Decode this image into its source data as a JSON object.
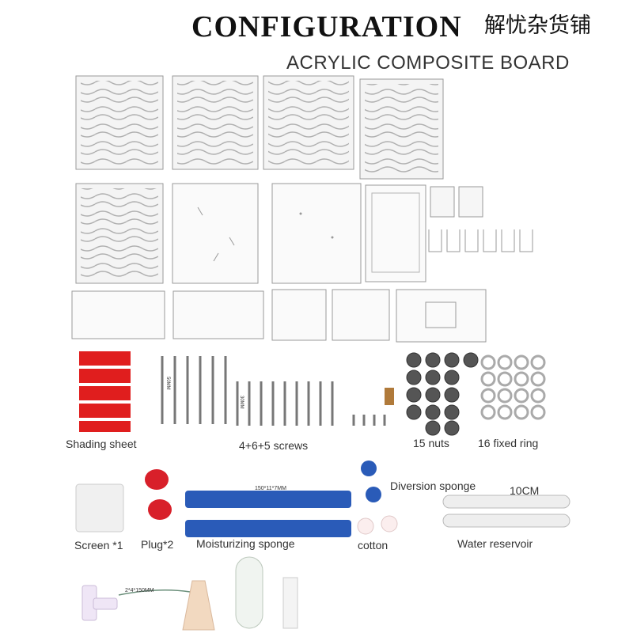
{
  "header": {
    "title": "CONFIGURATION",
    "store_name": "解忧杂货铺",
    "subtitle": "ACRYLIC COMPOSITE BOARD"
  },
  "labels": {
    "shading_sheet": "Shading sheet",
    "screws": "4+6+5 screws",
    "nuts": "15 nuts",
    "fixed_ring": "16 fixed ring",
    "screen": "Screen *1",
    "plug": "Plug*2",
    "moisturizing_sponge": "Moisturizing sponge",
    "cotton": "cotton",
    "water_reservoir": "Water reservoir",
    "diversion_sponge": "Diversion sponge",
    "length_10cm": "10CM",
    "screw_long": "50MM",
    "screw_mid": "30MM",
    "sponge_size": "150*11*7MM",
    "tube_size": "2*4*150MM"
  },
  "colors": {
    "shading_red": "#e01e1e",
    "sponge_blue": "#2a5bb8",
    "plug_red": "#d8202a",
    "acrylic_stroke": "#9a9a9a"
  }
}
